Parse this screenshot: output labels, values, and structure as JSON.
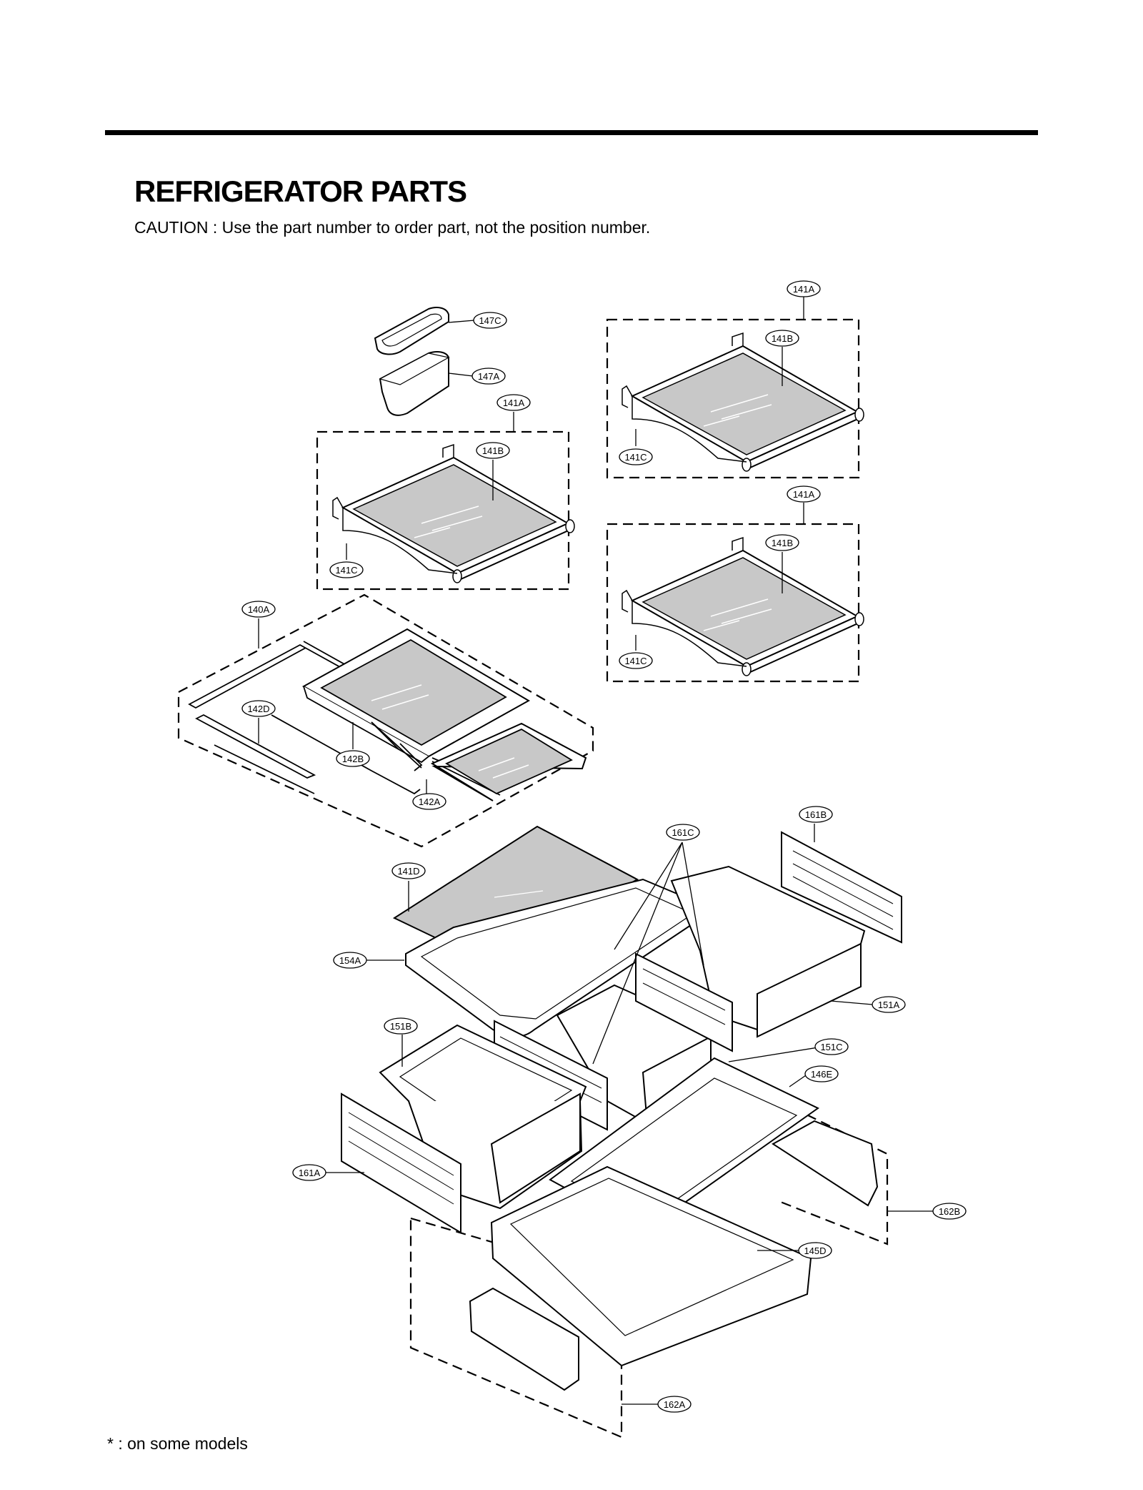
{
  "page": {
    "title": "REFRIGERATOR PARTS",
    "caution": "CAUTION : Use the part number to order part, not the position number.",
    "footnote": "* : on some models"
  },
  "labels": {
    "p147C": "147C",
    "p147A": "147A",
    "p141A_top": "141A",
    "p141B_top": "141B",
    "p141C_top": "141C",
    "p141A_left": "141A",
    "p141B_left": "141B",
    "p141C_left": "141C",
    "p141A_mid": "141A",
    "p141B_mid": "141B",
    "p141C_mid": "141C",
    "p140A": "140A",
    "p142D": "142D",
    "p142B": "142B",
    "p142A": "142A",
    "p141D": "141D",
    "p154A": "154A",
    "p161C": "161C",
    "p161B": "161B",
    "p151A": "151A",
    "p151B": "151B",
    "p151C": "151C",
    "p146E": "146E",
    "p161A": "161A",
    "p162B": "162B",
    "p145D": "145D",
    "p162A": "162A"
  }
}
